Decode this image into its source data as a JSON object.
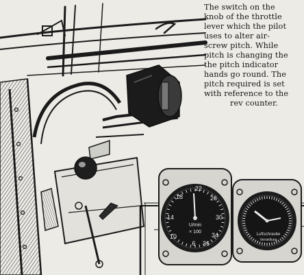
{
  "caption": {
    "lines": [
      "The switch on the",
      "knob of the throttle",
      "lever which the pilot",
      "uses to alter air-",
      "screw pitch. While",
      "pitch is changing the",
      "the pitch indicator",
      "hands go round. The",
      "pitch required is set",
      "with reference to the",
      "rev counter."
    ]
  },
  "rev_counter": {
    "dial_numbers": [
      "10",
      "14",
      "18",
      "22",
      "26",
      "30",
      "34",
      "36",
      "6"
    ],
    "unit_label": "U/min",
    "multiplier_label": "× 100"
  },
  "pitch_indicator": {
    "maker_text": "Luftschraube",
    "sub_text": "Verstellung"
  },
  "colors": {
    "paper": "#ecebe6",
    "ink": "#141414",
    "dial_face": "#161616",
    "dial_text": "#eeeeee"
  }
}
